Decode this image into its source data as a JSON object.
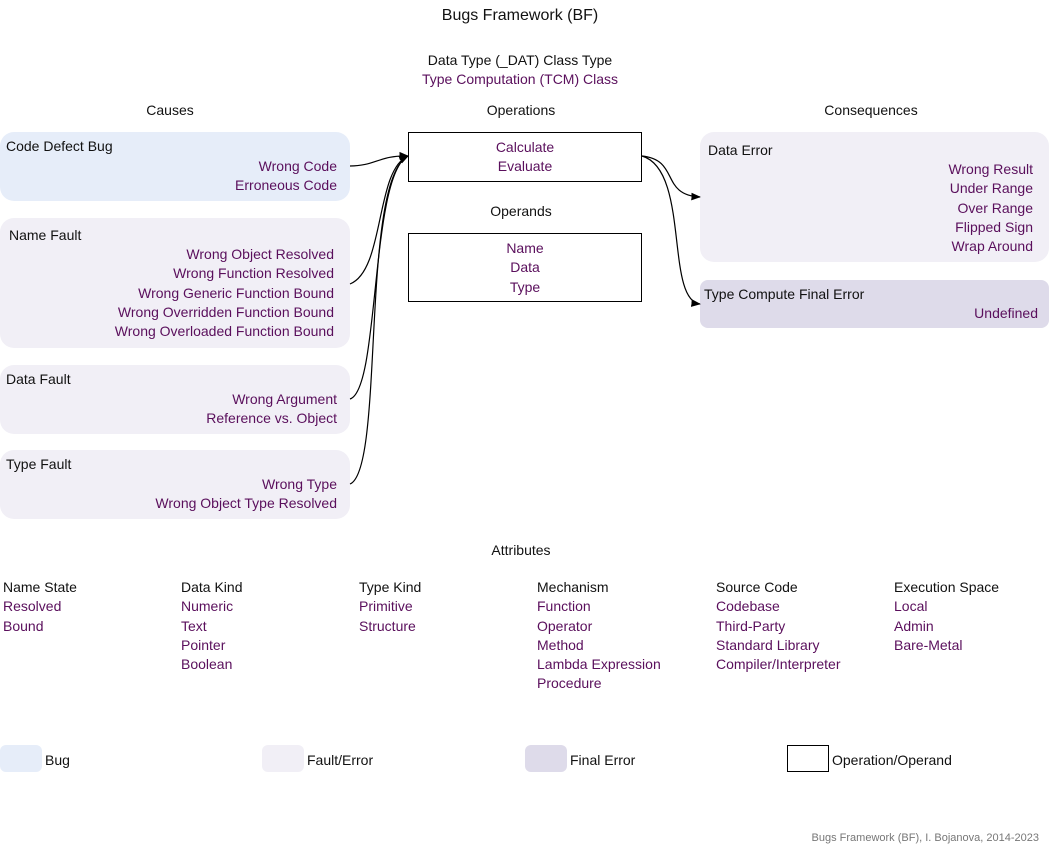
{
  "title": "Bugs Framework (BF)",
  "class_type": "Data Type (_DAT) Class Type",
  "class_name": "Type Computation  (TCM) Class",
  "causes": {
    "heading": "Causes",
    "bug": {
      "name": "Code Defect Bug",
      "items": [
        "Wrong Code",
        "Erroneous Code"
      ]
    },
    "faults": [
      {
        "name": "Name Fault",
        "items": [
          "Wrong Object Resolved",
          "Wrong Function Resolved",
          "Wrong Generic Function Bound",
          "Wrong Overridden Function Bound",
          "Wrong Overloaded Function Bound"
        ]
      },
      {
        "name": "Data Fault",
        "items": [
          "Wrong Argument",
          "Reference vs. Object"
        ]
      },
      {
        "name": "Type Fault",
        "items": [
          "Wrong Type",
          "Wrong Object Type Resolved"
        ]
      }
    ]
  },
  "operations": {
    "heading": "Operations",
    "items": [
      "Calculate",
      "Evaluate"
    ]
  },
  "operands": {
    "heading": "Operands",
    "items": [
      "Name",
      "Data",
      "Type"
    ]
  },
  "consequences": {
    "heading": "Consequences",
    "error": {
      "name": "Data Error",
      "items": [
        "Wrong Result",
        "Under Range",
        "Over Range",
        "Flipped Sign",
        "Wrap Around"
      ]
    },
    "final": {
      "name": "Type Compute  Final Error",
      "items": [
        "Undefined"
      ]
    }
  },
  "attributes": {
    "heading": "Attributes",
    "columns": [
      {
        "name": "Name State",
        "values": [
          "Resolved",
          "Bound"
        ]
      },
      {
        "name": "Data Kind",
        "values": [
          "Numeric",
          "Text",
          "Pointer",
          "Boolean"
        ]
      },
      {
        "name": "Type Kind",
        "values": [
          "Primitive",
          "Structure"
        ]
      },
      {
        "name": "Mechanism",
        "values": [
          "Function",
          "Operator",
          "Method",
          "Lambda Expression",
          "Procedure"
        ]
      },
      {
        "name": "Source Code",
        "values": [
          "Codebase",
          "Third-Party",
          "Standard Library",
          "Compiler/Interpreter"
        ]
      },
      {
        "name": "Execution Space",
        "values": [
          "Local",
          "Admin",
          "Bare-Metal"
        ]
      }
    ]
  },
  "legend": [
    {
      "label": "Bug",
      "color": "#e6edf9"
    },
    {
      "label": "Fault/Error",
      "color": "#f1eff6"
    },
    {
      "label": "Final Error",
      "color": "#dedbea"
    },
    {
      "label": "Operation/Operand",
      "color": "#ffffff"
    }
  ],
  "footer": "Bugs Framework (BF), I. Bojanova, 2014-2023",
  "colors": {
    "bug": "#e6edf9",
    "fault": "#f1eff6",
    "final": "#dedbea",
    "value_text": "#5a0f5c"
  }
}
